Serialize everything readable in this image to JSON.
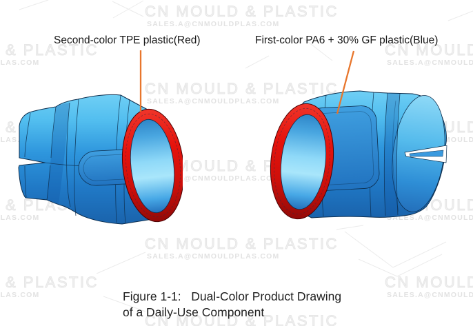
{
  "annotations": {
    "left_label": "Second-color TPE plastic(Red)",
    "right_label": "First-color PA6 + 30% GF plastic(Blue)"
  },
  "caption": {
    "line1": "Figure 1-1:   Dual-Color Product Drawing",
    "line2": "of a Daily-Use Component"
  },
  "watermark": {
    "brand": "CN MOULD & PLASTIC",
    "contact": "SALES.A@CNMOULDPLAS.COM"
  },
  "colors": {
    "first_color_blue": "#2E96DD",
    "second_color_red": "#E5130C",
    "leader_orange": "#E8762C",
    "outline_navy": "#0D2E4E",
    "label_text": "#161616",
    "caption_text": "#1F1F1F",
    "watermark_gray": "#ECECEC",
    "background": "#FFFFFF"
  }
}
